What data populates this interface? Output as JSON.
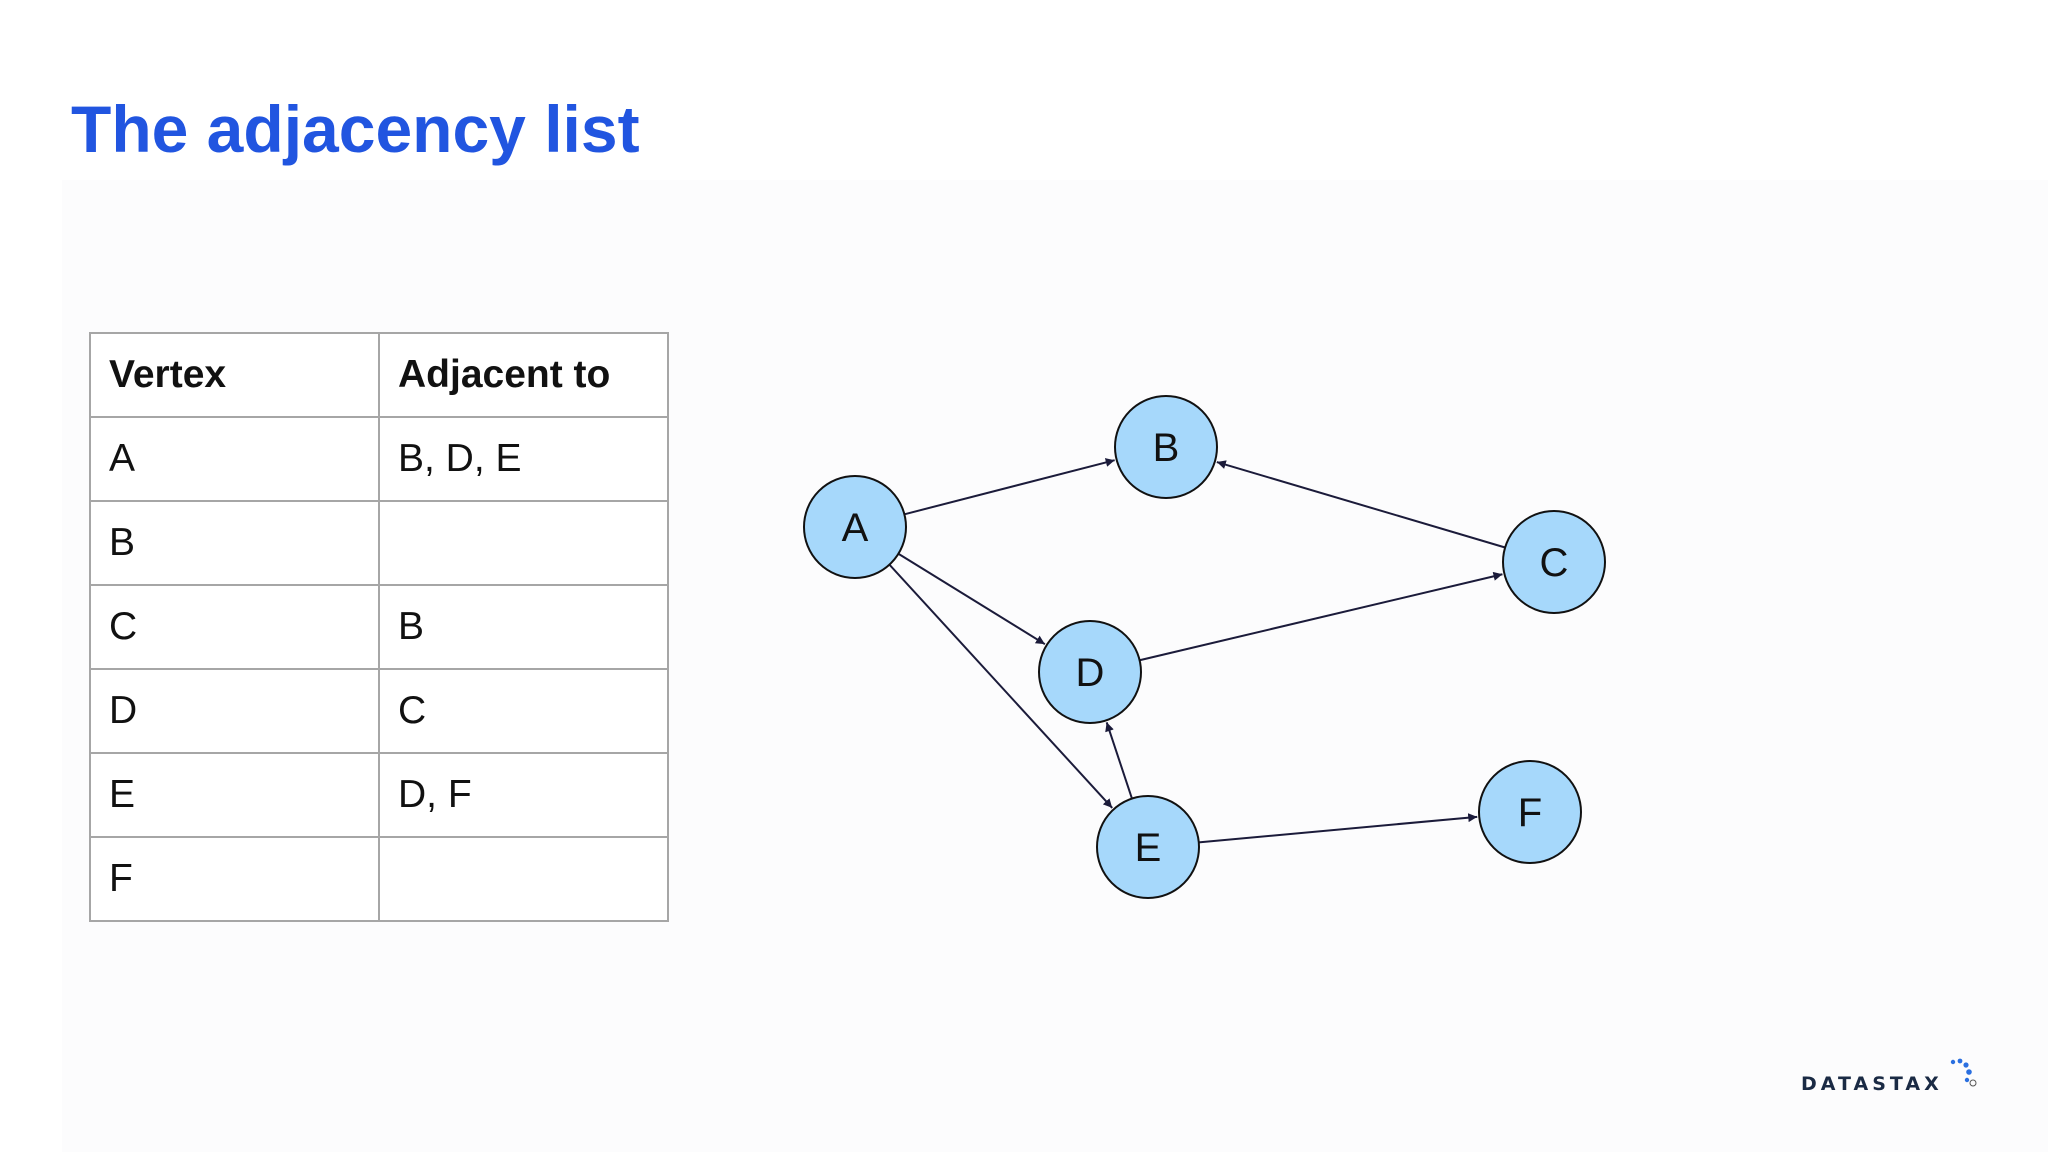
{
  "slide": {
    "title": "The adjacency list"
  },
  "table": {
    "headers": [
      "Vertex",
      "Adjacent to"
    ],
    "rows": [
      {
        "vertex": "A",
        "adjacent": "B, D, E"
      },
      {
        "vertex": "B",
        "adjacent": ""
      },
      {
        "vertex": "C",
        "adjacent": "B"
      },
      {
        "vertex": "D",
        "adjacent": "C"
      },
      {
        "vertex": "E",
        "adjacent": "D, F"
      },
      {
        "vertex": "F",
        "adjacent": ""
      }
    ]
  },
  "graph": {
    "node_fill": "#a6d8fb",
    "node_stroke": "#111111",
    "edge_color": "#1b1b3a",
    "nodes": [
      "A",
      "B",
      "C",
      "D",
      "E",
      "F"
    ],
    "edges": [
      {
        "from": "A",
        "to": "B"
      },
      {
        "from": "A",
        "to": "D"
      },
      {
        "from": "A",
        "to": "E"
      },
      {
        "from": "C",
        "to": "B"
      },
      {
        "from": "D",
        "to": "C"
      },
      {
        "from": "E",
        "to": "D"
      },
      {
        "from": "E",
        "to": "F"
      }
    ]
  },
  "logo": {
    "text": "DATASTAX"
  }
}
